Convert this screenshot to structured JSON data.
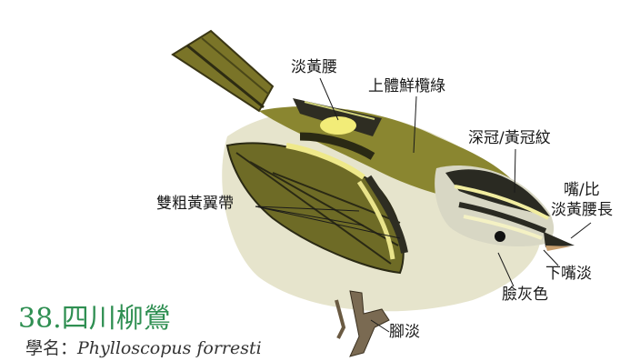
{
  "title": "38.四川柳鶯",
  "sci_name_prefix": "學名：",
  "sci_name": "Phylloscopus forresti",
  "labels": {
    "rump": "淡黃腰",
    "upperparts": "上體鮮欖綠",
    "crown": "深冠/黃冠紋",
    "bill_note_1": "嘴/比",
    "bill_note_2": "淡黃腰長",
    "wingbars": "雙粗黃翼帶",
    "lower_mandible": "下嘴淡",
    "cheek": "臉灰色",
    "legs": "腳淡"
  },
  "colors": {
    "title_green": "#2f8f52",
    "olive": "#7d7a2a",
    "underparts": "#e8e6cf",
    "dark_crown": "#2a2a22",
    "yellow_rump": "#f2ec78"
  }
}
